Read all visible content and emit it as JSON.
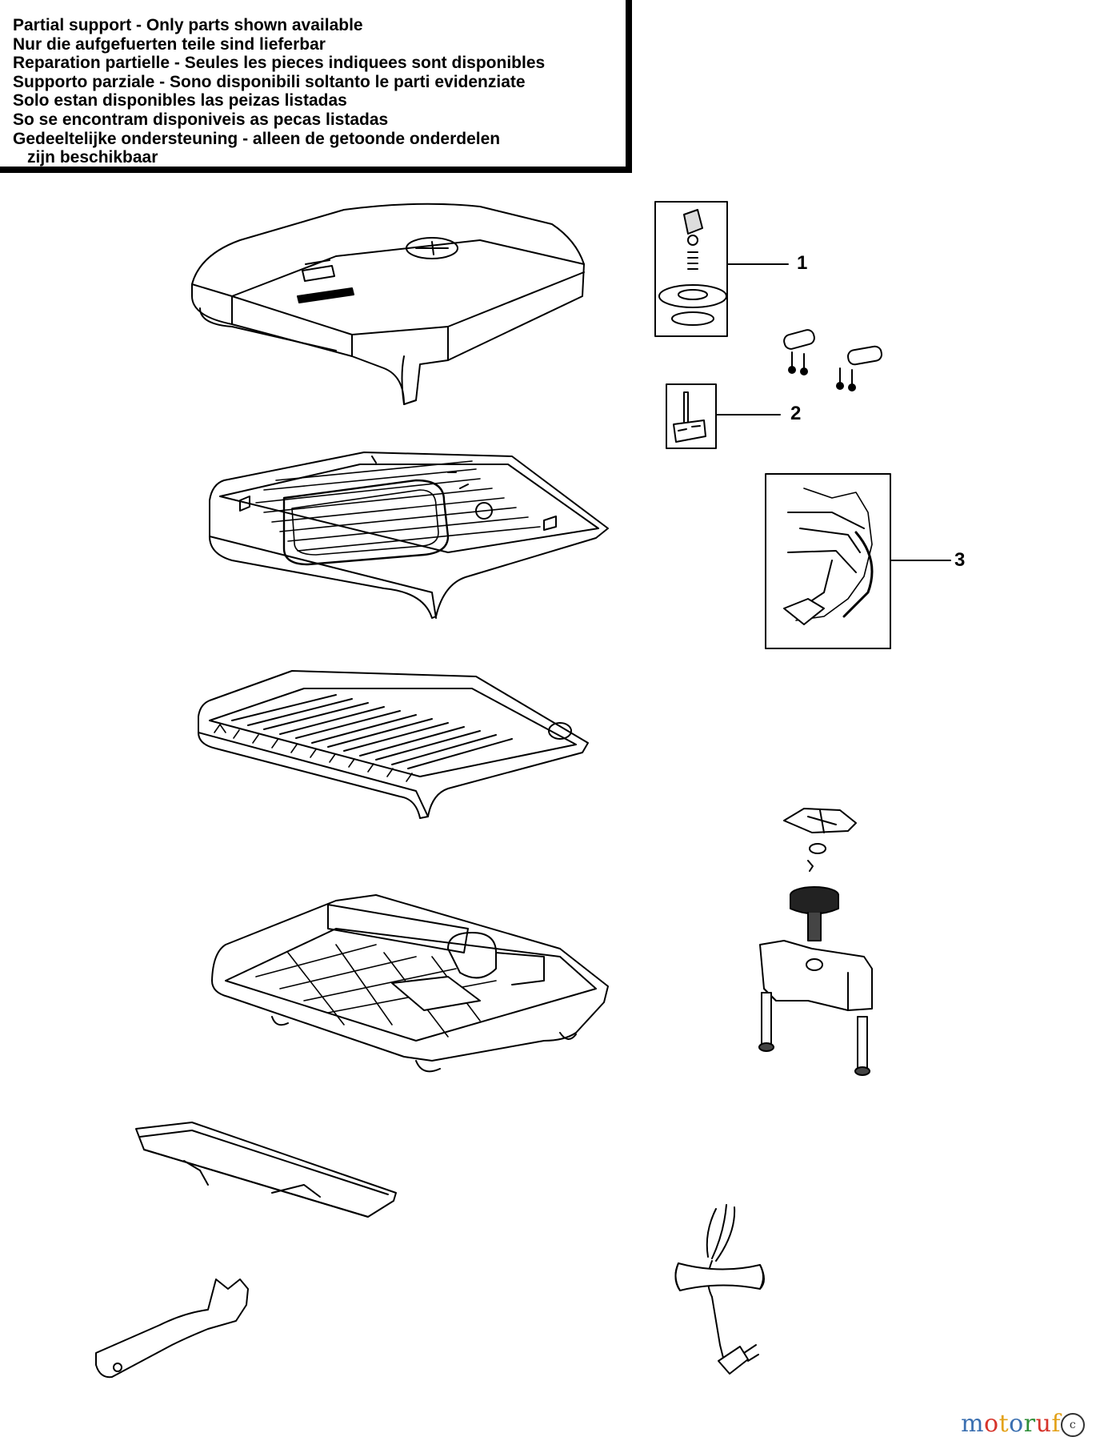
{
  "notice": {
    "lines": [
      "Partial support - Only parts shown available",
      "Nur die aufgefuerten teile sind lieferbar",
      "Reparation partielle - Seules les pieces indiquees sont disponibles",
      "Supporto parziale - Sono disponibili soltanto le parti evidenziate",
      "Solo estan disponibles las peizas listadas",
      "So se encontram disponiveis as pecas listadas",
      "Gedeeltelijke ondersteuning - alleen de getoonde onderdelen",
      "zijn beschikbaar"
    ]
  },
  "callouts": [
    {
      "label": "1"
    },
    {
      "label": "2"
    },
    {
      "label": "3"
    }
  ],
  "watermark": {
    "letters": [
      "m",
      "o",
      "t",
      "o",
      "r",
      "u",
      "f"
    ],
    "badge": "c"
  }
}
